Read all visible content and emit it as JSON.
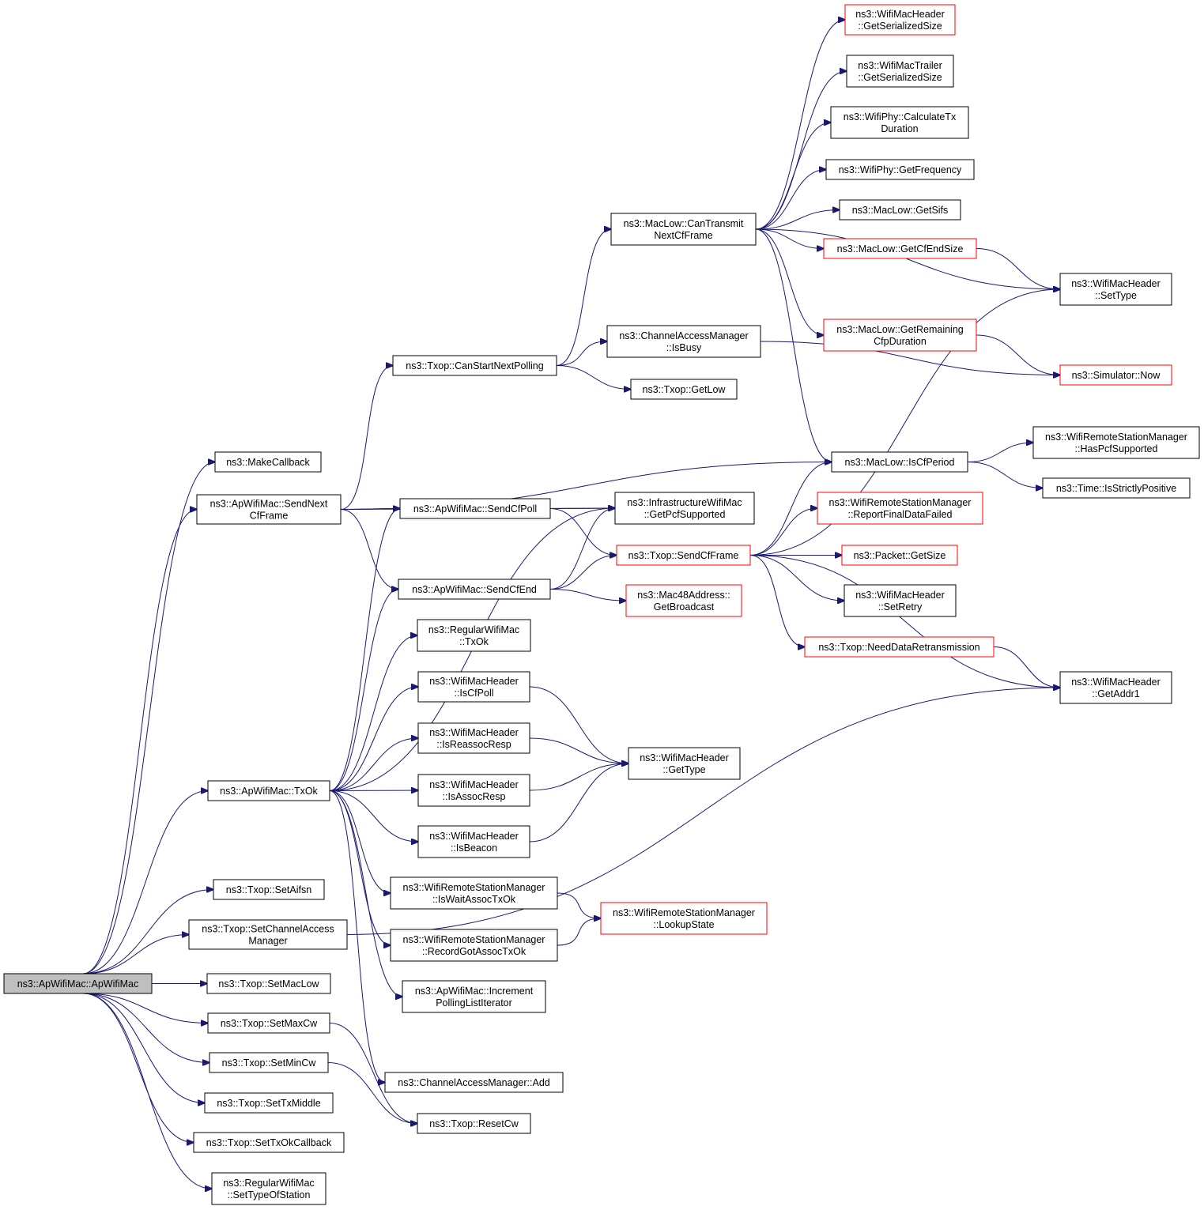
{
  "colors": {
    "edge": "#191970",
    "node_border": "#000000",
    "truncated_node_border": "#ff0000",
    "root_fill": "#bfbfbf"
  },
  "nodes": {
    "root": [
      "ns3::ApWifiMac::ApWifiMac"
    ],
    "make_callback": [
      "ns3::MakeCallback"
    ],
    "send_next_cf_frame": [
      "ns3::ApWifiMac::SendNext",
      "CfFrame"
    ],
    "txok": [
      "ns3::ApWifiMac::TxOk"
    ],
    "set_aifsn": [
      "ns3::Txop::SetAifsn"
    ],
    "set_channel_access_manager": [
      "ns3::Txop::SetChannelAccess",
      "Manager"
    ],
    "set_mac_low": [
      "ns3::Txop::SetMacLow"
    ],
    "set_max_cw": [
      "ns3::Txop::SetMaxCw"
    ],
    "set_min_cw": [
      "ns3::Txop::SetMinCw"
    ],
    "set_tx_middle": [
      "ns3::Txop::SetTxMiddle"
    ],
    "set_tx_ok_callback": [
      "ns3::Txop::SetTxOkCallback"
    ],
    "set_type_of_station": [
      "ns3::RegularWifiMac",
      "::SetTypeOfStation"
    ],
    "can_start_next_polling": [
      "ns3::Txop::CanStartNextPolling"
    ],
    "send_cf_poll": [
      "ns3::ApWifiMac::SendCfPoll"
    ],
    "send_cf_end": [
      "ns3::ApWifiMac::SendCfEnd"
    ],
    "regular_txok": [
      "ns3::RegularWifiMac",
      "::TxOk"
    ],
    "is_cf_poll": [
      "ns3::WifiMacHeader",
      "::IsCfPoll"
    ],
    "is_reassoc_resp": [
      "ns3::WifiMacHeader",
      "::IsReassocResp"
    ],
    "is_assoc_resp": [
      "ns3::WifiMacHeader",
      "::IsAssocResp"
    ],
    "is_beacon": [
      "ns3::WifiMacHeader",
      "::IsBeacon"
    ],
    "is_wait_assoc_tx_ok": [
      "ns3::WifiRemoteStationManager",
      "::IsWaitAssocTxOk"
    ],
    "record_got_assoc_tx_ok": [
      "ns3::WifiRemoteStationManager",
      "::RecordGotAssocTxOk"
    ],
    "increment_polling_list_iterator": [
      "ns3::ApWifiMac::Increment",
      "PollingListIterator"
    ],
    "cam_add": [
      "ns3::ChannelAccessManager::Add"
    ],
    "reset_cw": [
      "ns3::Txop::ResetCw"
    ],
    "can_transmit_next_cf_frame": [
      "ns3::MacLow::CanTransmit",
      "NextCfFrame"
    ],
    "cam_is_busy": [
      "ns3::ChannelAccessManager",
      "::IsBusy"
    ],
    "txop_get_low": [
      "ns3::Txop::GetLow"
    ],
    "get_pcf_supported": [
      "ns3::InfrastructureWifiMac",
      "::GetPcfSupported"
    ],
    "txop_send_cf_frame": [
      "ns3::Txop::SendCfFrame"
    ],
    "get_broadcast": [
      "ns3::Mac48Address::",
      "GetBroadcast"
    ],
    "header_get_type": [
      "ns3::WifiMacHeader",
      "::GetType"
    ],
    "lookup_state": [
      "ns3::WifiRemoteStationManager",
      "::LookupState"
    ],
    "header_get_serialized_size": [
      "ns3::WifiMacHeader",
      "::GetSerializedSize"
    ],
    "trailer_get_serialized_size": [
      "ns3::WifiMacTrailer",
      "::GetSerializedSize"
    ],
    "calculate_tx_duration": [
      "ns3::WifiPhy::CalculateTx",
      "Duration"
    ],
    "get_frequency": [
      "ns3::WifiPhy::GetFrequency"
    ],
    "get_sifs": [
      "ns3::MacLow::GetSifs"
    ],
    "get_cf_end_size": [
      "ns3::MacLow::GetCfEndSize"
    ],
    "get_remaining_cfp_duration": [
      "ns3::MacLow::GetRemaining",
      "CfpDuration"
    ],
    "is_cf_period": [
      "ns3::MacLow::IsCfPeriod"
    ],
    "report_final_data_failed": [
      "ns3::WifiRemoteStationManager",
      "::ReportFinalDataFailed"
    ],
    "packet_get_size": [
      "ns3::Packet::GetSize"
    ],
    "set_retry": [
      "ns3::WifiMacHeader",
      "::SetRetry"
    ],
    "need_data_retransmission": [
      "ns3::Txop::NeedDataRetransmission"
    ],
    "set_type": [
      "ns3::WifiMacHeader",
      "::SetType"
    ],
    "simulator_now": [
      "ns3::Simulator::Now"
    ],
    "has_pcf_supported": [
      "ns3::WifiRemoteStationManager",
      "::HasPcfSupported"
    ],
    "is_strictly_positive": [
      "ns3::Time::IsStrictlyPositive"
    ],
    "get_addr1": [
      "ns3::WifiMacHeader",
      "::GetAddr1"
    ]
  },
  "truncated_nodes": [
    "txop_send_cf_frame",
    "get_broadcast",
    "lookup_state",
    "header_get_serialized_size",
    "get_cf_end_size",
    "get_remaining_cfp_duration",
    "report_final_data_failed",
    "packet_get_size",
    "need_data_retransmission",
    "simulator_now"
  ],
  "edges": [
    [
      "root",
      "make_callback"
    ],
    [
      "root",
      "send_next_cf_frame"
    ],
    [
      "root",
      "txok"
    ],
    [
      "root",
      "set_aifsn"
    ],
    [
      "root",
      "set_channel_access_manager"
    ],
    [
      "root",
      "set_mac_low"
    ],
    [
      "root",
      "set_max_cw"
    ],
    [
      "root",
      "set_min_cw"
    ],
    [
      "root",
      "set_tx_middle"
    ],
    [
      "root",
      "set_tx_ok_callback"
    ],
    [
      "root",
      "set_type_of_station"
    ],
    [
      "send_next_cf_frame",
      "can_start_next_polling"
    ],
    [
      "send_next_cf_frame",
      "is_cf_period"
    ],
    [
      "send_next_cf_frame",
      "get_pcf_supported"
    ],
    [
      "send_next_cf_frame",
      "send_cf_poll"
    ],
    [
      "send_next_cf_frame",
      "send_cf_end"
    ],
    [
      "can_start_next_polling",
      "can_transmit_next_cf_frame"
    ],
    [
      "can_start_next_polling",
      "cam_is_busy"
    ],
    [
      "can_start_next_polling",
      "txop_get_low"
    ],
    [
      "can_transmit_next_cf_frame",
      "header_get_serialized_size"
    ],
    [
      "can_transmit_next_cf_frame",
      "trailer_get_serialized_size"
    ],
    [
      "can_transmit_next_cf_frame",
      "calculate_tx_duration"
    ],
    [
      "can_transmit_next_cf_frame",
      "get_frequency"
    ],
    [
      "can_transmit_next_cf_frame",
      "get_sifs"
    ],
    [
      "can_transmit_next_cf_frame",
      "get_cf_end_size"
    ],
    [
      "can_transmit_next_cf_frame",
      "set_type"
    ],
    [
      "can_transmit_next_cf_frame",
      "get_remaining_cfp_duration"
    ],
    [
      "can_transmit_next_cf_frame",
      "is_cf_period"
    ],
    [
      "get_cf_end_size",
      "set_type"
    ],
    [
      "get_remaining_cfp_duration",
      "simulator_now"
    ],
    [
      "cam_is_busy",
      "simulator_now"
    ],
    [
      "is_cf_period",
      "has_pcf_supported"
    ],
    [
      "is_cf_period",
      "is_strictly_positive"
    ],
    [
      "send_cf_poll",
      "get_pcf_supported"
    ],
    [
      "send_cf_poll",
      "txop_send_cf_frame"
    ],
    [
      "send_cf_end",
      "get_pcf_supported"
    ],
    [
      "send_cf_end",
      "txop_send_cf_frame"
    ],
    [
      "send_cf_end",
      "get_broadcast"
    ],
    [
      "txop_send_cf_frame",
      "is_cf_period"
    ],
    [
      "txop_send_cf_frame",
      "report_final_data_failed"
    ],
    [
      "txop_send_cf_frame",
      "packet_get_size"
    ],
    [
      "txop_send_cf_frame",
      "set_retry"
    ],
    [
      "txop_send_cf_frame",
      "need_data_retransmission"
    ],
    [
      "txop_send_cf_frame",
      "set_type"
    ],
    [
      "txop_send_cf_frame",
      "get_addr1"
    ],
    [
      "need_data_retransmission",
      "get_addr1"
    ],
    [
      "txok",
      "send_cf_poll"
    ],
    [
      "txok",
      "get_pcf_supported"
    ],
    [
      "txok",
      "send_cf_end"
    ],
    [
      "txok",
      "regular_txok"
    ],
    [
      "txok",
      "is_cf_poll"
    ],
    [
      "txok",
      "is_reassoc_resp"
    ],
    [
      "txok",
      "is_assoc_resp"
    ],
    [
      "txok",
      "is_beacon"
    ],
    [
      "txok",
      "is_wait_assoc_tx_ok"
    ],
    [
      "txok",
      "record_got_assoc_tx_ok"
    ],
    [
      "txok",
      "increment_polling_list_iterator"
    ],
    [
      "txok",
      "cam_add"
    ],
    [
      "is_cf_poll",
      "header_get_type"
    ],
    [
      "is_reassoc_resp",
      "header_get_type"
    ],
    [
      "is_assoc_resp",
      "header_get_type"
    ],
    [
      "is_beacon",
      "header_get_type"
    ],
    [
      "is_wait_assoc_tx_ok",
      "lookup_state"
    ],
    [
      "record_got_assoc_tx_ok",
      "lookup_state"
    ],
    [
      "set_channel_access_manager",
      "get_addr1"
    ],
    [
      "set_max_cw",
      "reset_cw"
    ],
    [
      "set_min_cw",
      "reset_cw"
    ]
  ]
}
